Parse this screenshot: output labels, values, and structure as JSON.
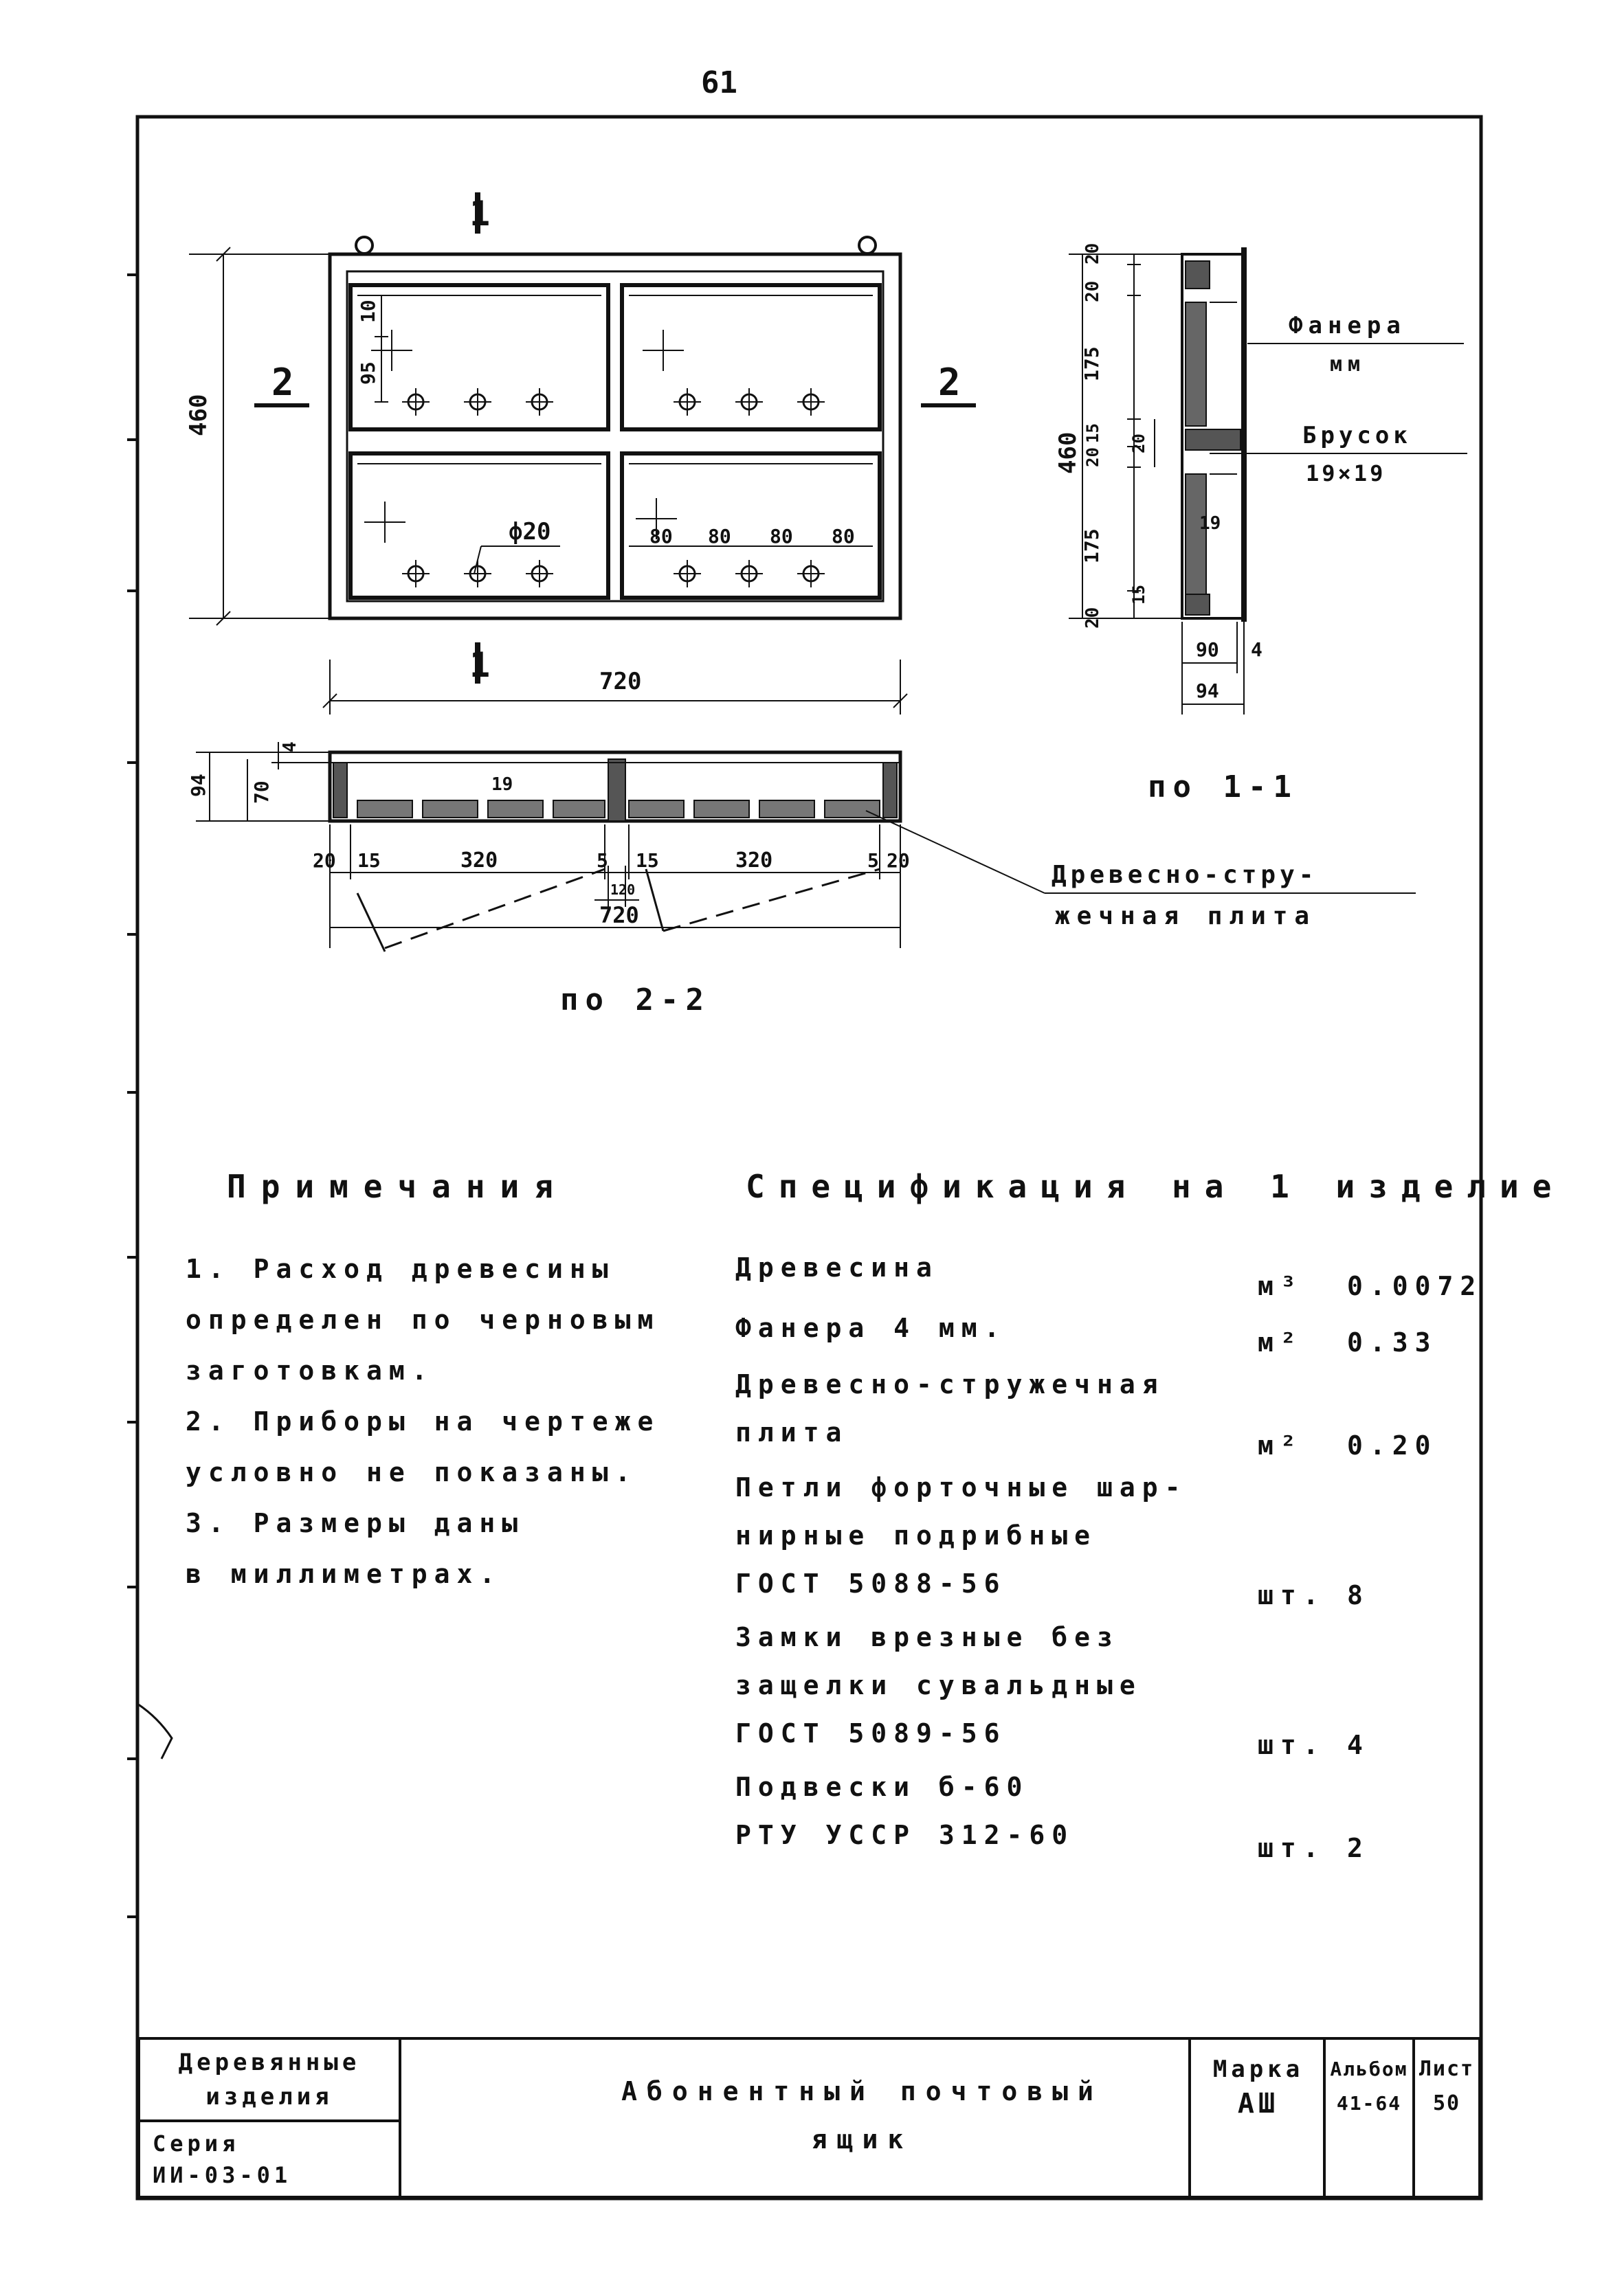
{
  "page_number": "61",
  "drawing": {
    "section_mark_1": "1",
    "section_mark_2": "2",
    "front_view": {
      "height_dim": "460",
      "width_dim": "720",
      "dim_10": "10",
      "dim_95": "95",
      "hole_label": "ф20",
      "dim_80_a": "80",
      "dim_80_b": "80",
      "dim_80_c": "80",
      "dim_80_d": "80"
    },
    "section_2_2": {
      "dim_94": "94",
      "dim_70": "70",
      "dim_4": "4",
      "dim_19": "19",
      "bottom_dims": [
        "20",
        "15",
        "320",
        "5",
        "15",
        "320",
        "5",
        "20"
      ],
      "dim_120": "120",
      "total_dim": "720",
      "title": "по 2-2"
    },
    "section_1_1": {
      "side_dims": [
        "20",
        "20",
        "175",
        "15",
        "20",
        "20",
        "175",
        "15",
        "20"
      ],
      "overall_dim": "460",
      "dim_19": "19",
      "dim_90": "90",
      "dim_94": "94",
      "dim_4": "4",
      "title": "по 1-1"
    },
    "callouts": {
      "plywood_line1": "Фанера",
      "plywood_line2": "мм",
      "bar_line1": "Брусок",
      "bar_line2": "19×19",
      "chipboard_line1": "Древесно-стру-",
      "chipboard_line2": "жечная плита"
    }
  },
  "notes": {
    "heading": "Примечания",
    "items": [
      "1. Расход древесины\nопределен по черновым\nзаготовкам.",
      "2. Приборы на чертеже\nусловно не показаны.",
      "3. Размеры даны\nв миллиметрах."
    ]
  },
  "specification": {
    "heading": "Спецификация на 1 изделие",
    "rows": [
      {
        "name": "Древесина",
        "unit": "м³",
        "qty": "0.0072"
      },
      {
        "name": "Фанера 4 мм.",
        "unit": "м²",
        "qty": "0.33"
      },
      {
        "name": "Древесно-стружечная\nплита",
        "unit": "м²",
        "qty": "0.20"
      },
      {
        "name": "Петли форточные шар-\nнирные подрибные\n           ГОСТ 5088-56",
        "unit": "шт.",
        "qty": "8"
      },
      {
        "name": "Замки врезные без\nзащелки сувальдные\n           ГОСТ 5089-56",
        "unit": "шт.",
        "qty": "4"
      },
      {
        "name": "Подвески б-60\nРТУ УССР 312-60",
        "unit": "шт.",
        "qty": "2"
      }
    ]
  },
  "title_block": {
    "category_line1": "Деревянные",
    "category_line2": "изделия",
    "series_label": "Серия",
    "series_value": "ИИ-03-01",
    "title_line1": "Абонентный почтовый",
    "title_line2": "ящик",
    "mark_label": "Марка",
    "mark_value": "АШ",
    "album_label": "Альбом",
    "album_value": "41-64",
    "sheet_label": "Лист",
    "sheet_value": "50"
  }
}
